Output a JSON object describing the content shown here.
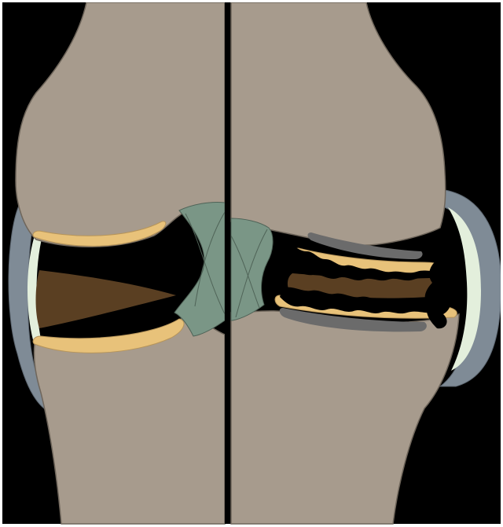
{
  "diagram": {
    "panels": [
      {
        "key": "left",
        "state": "healthy-joint"
      },
      {
        "key": "right",
        "state": "osteoarthritic-joint"
      }
    ],
    "palette": {
      "background": "#000000",
      "bone": "#a79b8d",
      "bone_outline": "#6f665b",
      "cartilage": "#e8c27a",
      "joint_space": "#5a3f22",
      "meniscus": "#7a9686",
      "capsule": "#7f8b96",
      "synovial_fluid": "#e3efdc",
      "bone_sclerosis": "#6b6b6b",
      "frame": "#ffffff"
    }
  }
}
